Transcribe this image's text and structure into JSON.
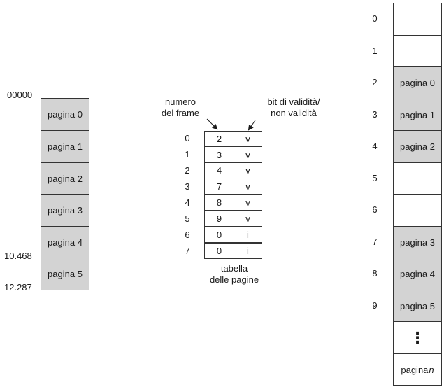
{
  "logical_memory": {
    "start_address": "00000",
    "address_a": "10.468",
    "address_b": "12.287",
    "pages": [
      "pagina 0",
      "pagina 1",
      "pagina 2",
      "pagina 3",
      "pagina 4",
      "pagina 5"
    ]
  },
  "page_table": {
    "frame_number_label": "numero\ndel frame",
    "valid_bit_label": "bit di validità/\nnon validità",
    "caption": "tabella\ndelle pagine",
    "rows": [
      {
        "index": "0",
        "frame": "2",
        "bit": "v"
      },
      {
        "index": "1",
        "frame": "3",
        "bit": "v"
      },
      {
        "index": "2",
        "frame": "4",
        "bit": "v"
      },
      {
        "index": "3",
        "frame": "7",
        "bit": "v"
      },
      {
        "index": "4",
        "frame": "8",
        "bit": "v"
      },
      {
        "index": "5",
        "frame": "9",
        "bit": "v"
      },
      {
        "index": "6",
        "frame": "0",
        "bit": "i"
      },
      {
        "index": "7",
        "frame": "0",
        "bit": "i"
      }
    ]
  },
  "physical_memory": {
    "frame_indices": [
      "0",
      "1",
      "2",
      "3",
      "4",
      "5",
      "6",
      "7",
      "8",
      "9"
    ],
    "frames": [
      "",
      "",
      "pagina 0",
      "pagina 1",
      "pagina 2",
      "",
      "",
      "pagina 3",
      "pagina 4",
      "pagina 5"
    ],
    "ellipsis": "⋮",
    "last_frame_label": "pagina",
    "last_frame_var": "n"
  }
}
